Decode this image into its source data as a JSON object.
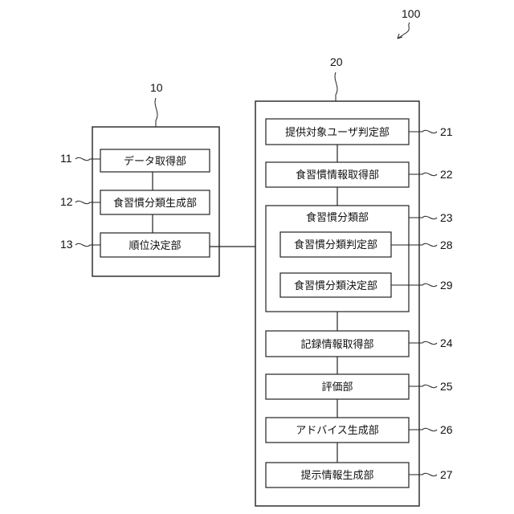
{
  "figure": {
    "ref": "100"
  },
  "device_left": {
    "ref": "10",
    "units": [
      {
        "ref": "11",
        "label": "データ取得部"
      },
      {
        "ref": "12",
        "label": "食習慣分類生成部"
      },
      {
        "ref": "13",
        "label": "順位決定部"
      }
    ]
  },
  "device_right": {
    "ref": "20",
    "units": [
      {
        "ref": "21",
        "label": "提供対象ユーザ判定部"
      },
      {
        "ref": "22",
        "label": "食習慣情報取得部"
      },
      {
        "ref": "24",
        "label": "記録情報取得部"
      },
      {
        "ref": "25",
        "label": "評価部"
      },
      {
        "ref": "26",
        "label": "アドバイス生成部"
      },
      {
        "ref": "27",
        "label": "提示情報生成部"
      }
    ],
    "classification_group": {
      "ref": "23",
      "label": "食習慣分類部",
      "units": [
        {
          "ref": "28",
          "label": "食習慣分類判定部"
        },
        {
          "ref": "29",
          "label": "食習慣分類決定部"
        }
      ]
    }
  }
}
